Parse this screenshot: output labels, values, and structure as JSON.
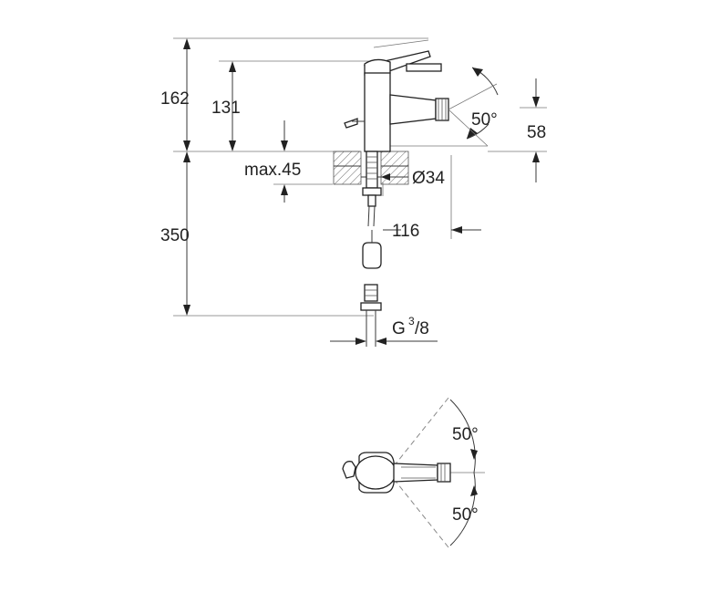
{
  "drawing": {
    "line_color": "#222222",
    "background": "#ffffff",
    "side_view": {
      "dim_overall_height": "162",
      "dim_spout_height": "131",
      "dim_angle": "50°",
      "dim_spout_offset": "58",
      "dim_max_thickness": "max.45",
      "dim_hole_diameter": "Ø34",
      "dim_reach": "116",
      "dim_hose_length": "350",
      "dim_thread_prefix": "G",
      "dim_thread_num": "3",
      "dim_thread_den": "/8"
    },
    "top_view": {
      "dim_angle_upper": "50°",
      "dim_angle_lower": "50°"
    }
  }
}
